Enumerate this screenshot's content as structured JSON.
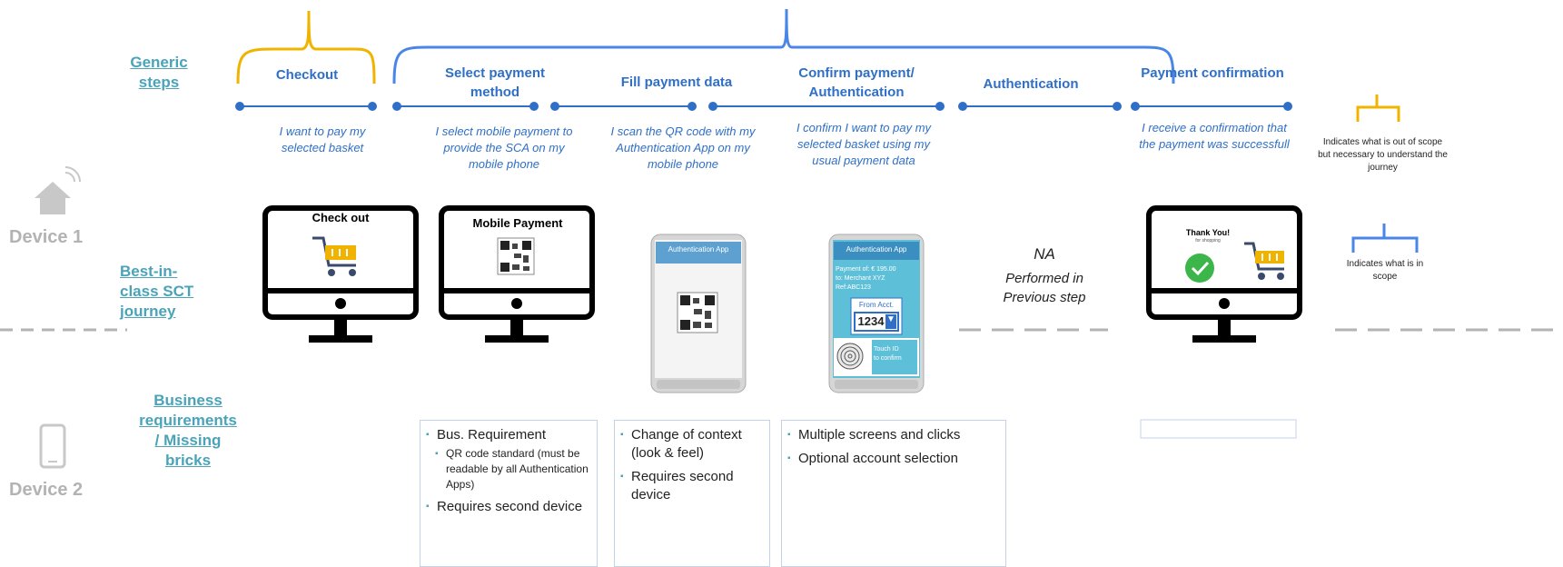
{
  "row_labels": {
    "generic_steps": [
      "Generic",
      "steps"
    ],
    "best_in_class": [
      "Best-in-",
      "class SCT",
      "journey"
    ],
    "business_requirements": [
      "Business",
      "requirements",
      "/ Missing",
      "bricks"
    ]
  },
  "devices": {
    "device1": "Device 1",
    "device2": "Device 2"
  },
  "steps": [
    {
      "title": "Checkout",
      "desc": "I want to pay my selected basket"
    },
    {
      "title": "Select payment method",
      "desc": "I select mobile payment to provide the SCA on my mobile phone"
    },
    {
      "title": "Fill payment data",
      "desc": "I scan the QR code with my Authentication App on my mobile phone"
    },
    {
      "title": "Confirm payment/ Authentication",
      "desc": "I confirm I want to pay my selected basket using my usual payment data"
    },
    {
      "title": "Authentication",
      "desc": ""
    },
    {
      "title": "Payment confirmation",
      "desc": "I receive a confirmation that the payment was successfull"
    }
  ],
  "screens": {
    "checkout": "Check out",
    "mobile_payment": "Mobile Payment",
    "auth_app_1": "Authentication App",
    "auth_app_2": "Authentication App",
    "payment_lines": [
      "Payment of: € 195.00",
      "to: Merchant XYZ",
      "Ref:ABC123"
    ],
    "from_acct": "From Acct.",
    "acct_value": "1234",
    "touch_id": [
      "Touch ID",
      "to confirm"
    ],
    "thank_you": "Thank You!",
    "thank_you_sub": "for shopping",
    "na_title": "NA",
    "na_sub": [
      "Performed in",
      "Previous step"
    ]
  },
  "requirements": {
    "col1": {
      "item1": "Bus. Requirement",
      "sub1": "QR code standard (must be readable by all Authentication Apps)",
      "item2": "Requires second device"
    },
    "col2": {
      "item1": "Change of context (look & feel)",
      "item2": "Requires second device"
    },
    "col3": {
      "item1": "Multiple screens and clicks",
      "item2": "Optional account selection"
    }
  },
  "legend": {
    "out_of_scope": "Indicates what is out of scope but necessary to understand the journey",
    "in_scope": "Indicates what is in scope"
  },
  "colors": {
    "blue": "#2f6fc7",
    "bracket_blue": "#4a86e8",
    "yellow": "#f0b400",
    "teal": "#4aa3b8",
    "grey": "#b3b3b3"
  }
}
